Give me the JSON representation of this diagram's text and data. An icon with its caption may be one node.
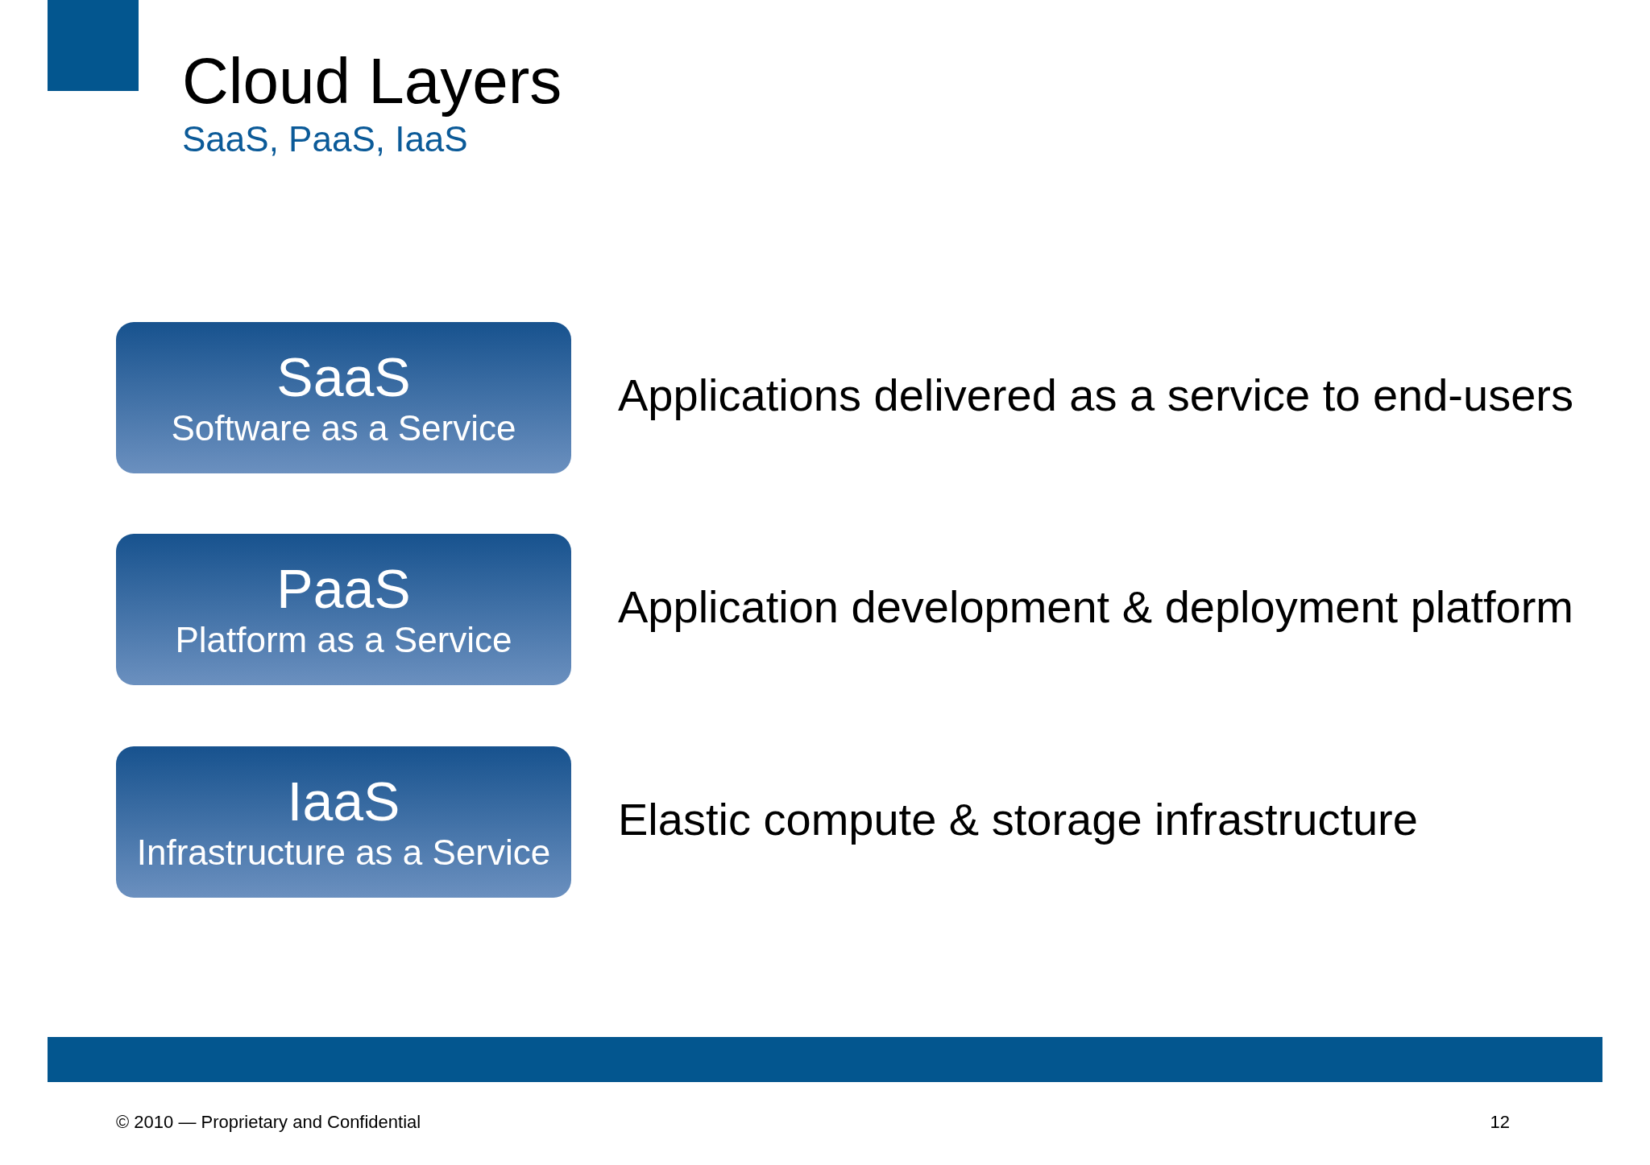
{
  "diagram": {
    "title": "Cloud Layers",
    "nodes": [
      {
        "text": [
          "SaaS",
          "Software as a Service"
        ],
        "beside": [
          "Applications delivered as a service to end-users"
        ]
      },
      {
        "text": [
          "PaaS",
          "Platform as a Service"
        ],
        "beside": [
          "Application development & deployment platform"
        ]
      },
      {
        "text": [
          "IaaS",
          "Infrastructure as a Service"
        ],
        "beside": [
          "Elastic compute & storage infrastructure"
        ]
      }
    ],
    "edges": [],
    "labels": [
      "SaaS, PaaS, IaaS",
      "© 2010 — Proprietary and Confidential",
      "12"
    ]
  }
}
